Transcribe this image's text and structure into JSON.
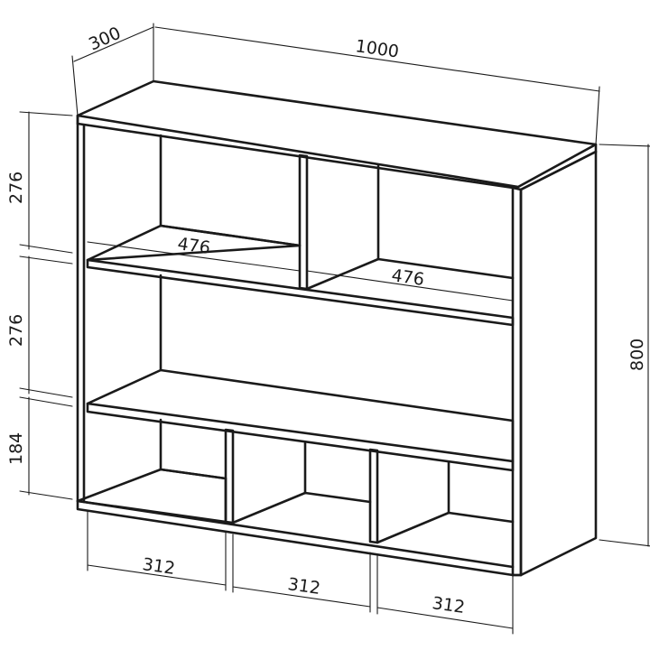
{
  "dimensions": {
    "depth": "300",
    "width": "1000",
    "height": "800",
    "shelf_top_left_width": "476",
    "shelf_top_right_width": "476",
    "row_top_height": "276",
    "row_middle_height": "276",
    "row_bottom_height": "184",
    "bottom_cell_left": "312",
    "bottom_cell_middle": "312",
    "bottom_cell_right": "312"
  },
  "colors": {
    "line": "#1a1a1a",
    "background": "#ffffff"
  }
}
